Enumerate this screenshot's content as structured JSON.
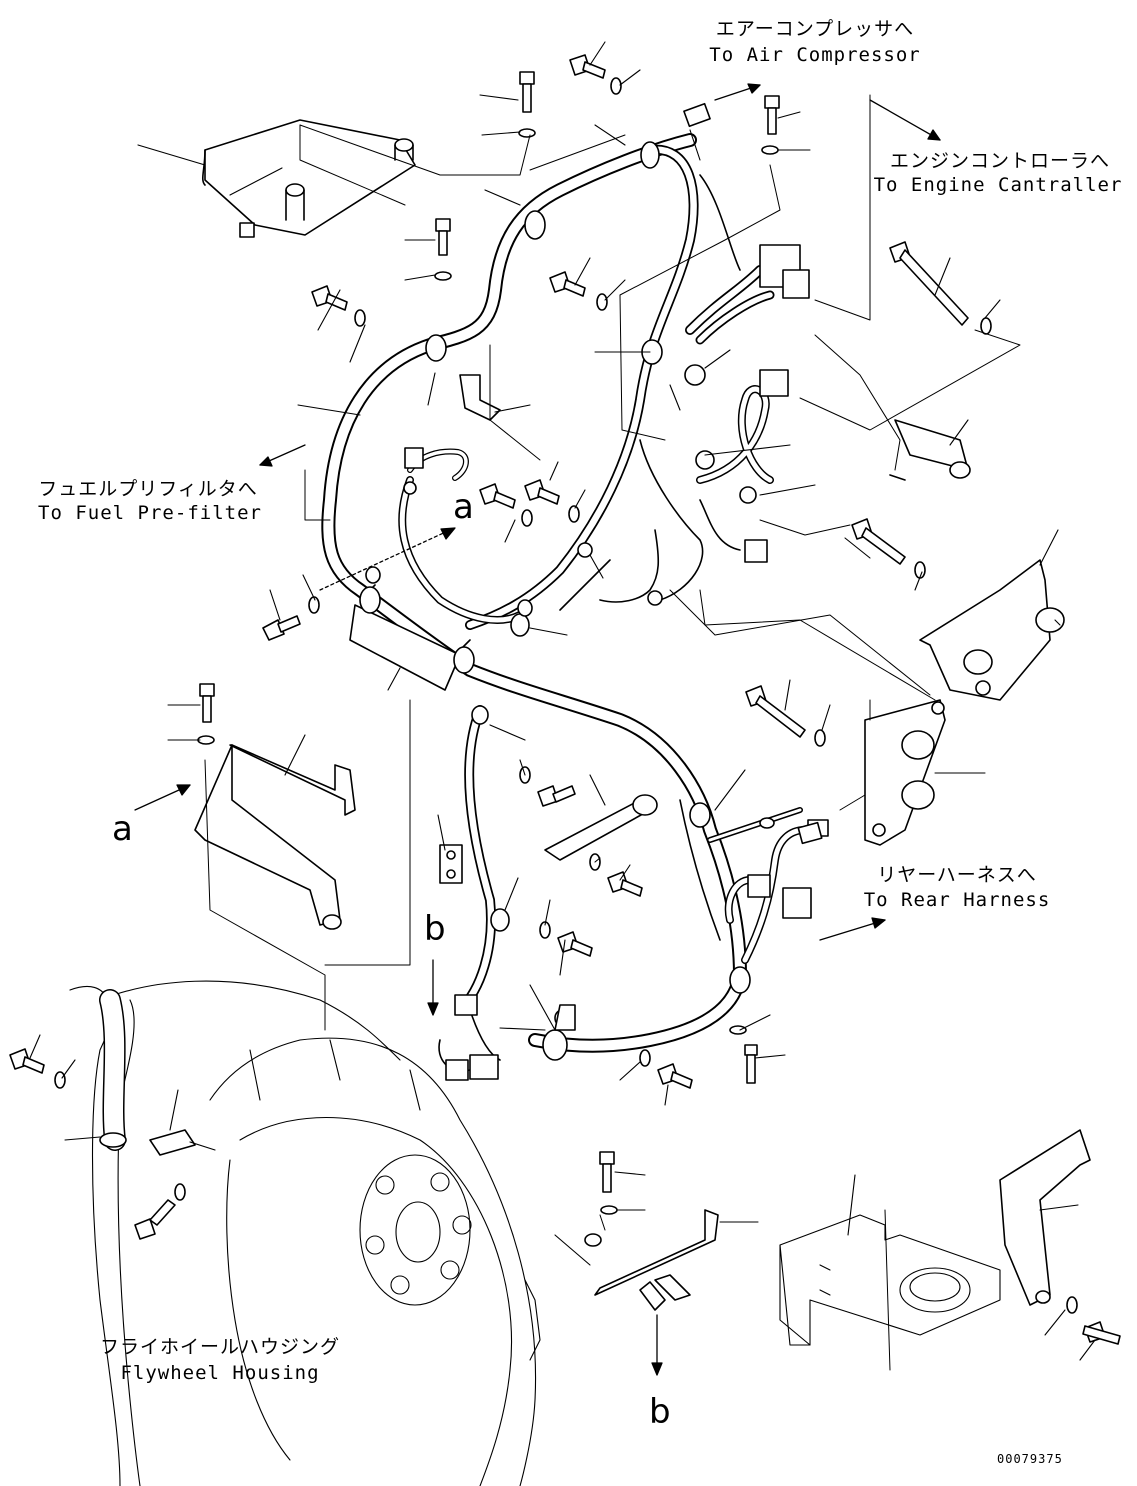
{
  "labels": {
    "air_compressor_jp": "エアーコンプレッサへ",
    "air_compressor_en": "To Air Compressor",
    "engine_controller_jp": "エンジンコントローラへ",
    "engine_controller_en": "To Engine Cantraller",
    "fuel_prefilter_jp": "フュエルプリフィルタへ",
    "fuel_prefilter_en": "To Fuel Pre-filter",
    "rear_harness_jp": "リヤーハーネスへ",
    "rear_harness_en": "To Rear Harness",
    "flywheel_jp": "フライホイールハウジング",
    "flywheel_en": "Flywheel Housing"
  },
  "view_letters": {
    "a_upper": "a",
    "a_left": "a",
    "b_left": "b",
    "b_bottom": "b"
  },
  "figure_number": "00079375"
}
